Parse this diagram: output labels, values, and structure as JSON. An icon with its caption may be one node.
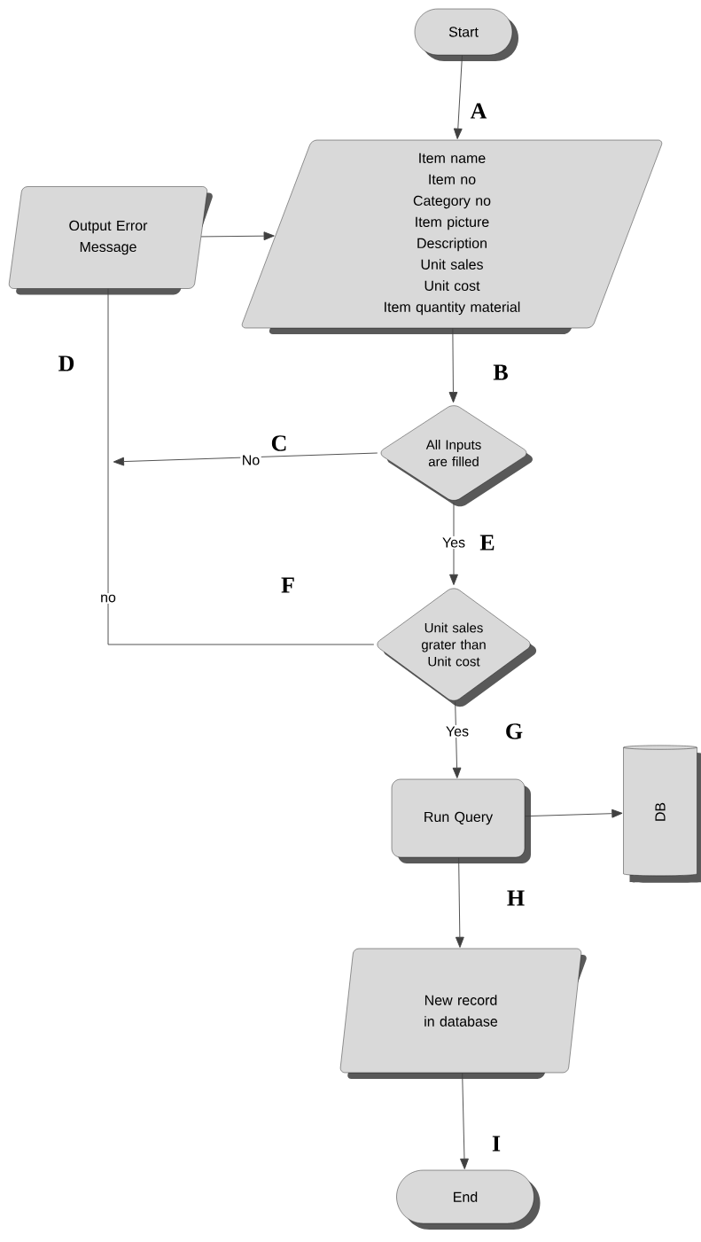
{
  "diagram": {
    "nodes": [
      {
        "text": [
          "Start"
        ]
      },
      {
        "text": [
          "Item name",
          "Item no",
          "Category no",
          "Item picture",
          "Description",
          "Unit sales",
          "Unit cost",
          "Item quantity material"
        ]
      },
      {
        "text": [
          "Output Error Message"
        ]
      },
      {
        "text": [
          "All Inputs are filled"
        ]
      },
      {
        "text": [
          "Unit sales grater than Unit cost"
        ]
      },
      {
        "text": [
          "Run Query"
        ]
      },
      {
        "text": [
          "DB"
        ]
      },
      {
        "text": [
          "New record in database"
        ]
      },
      {
        "text": [
          "End"
        ]
      }
    ],
    "edges": [
      {
        "from": 0,
        "to": 1,
        "arrow": "to"
      },
      {
        "from": 1,
        "to": 3,
        "arrow": "to"
      },
      {
        "from": 2,
        "to": 1,
        "arrow": "to"
      },
      {
        "from": 3,
        "to": null,
        "arrow": "to",
        "label": "No"
      },
      {
        "from": 4,
        "to": 2,
        "arrow": "none",
        "label": "no"
      },
      {
        "from": 3,
        "to": 4,
        "arrow": "to",
        "label": "Yes"
      },
      {
        "from": 4,
        "to": 5,
        "arrow": "to",
        "label": "Yes"
      },
      {
        "from": 5,
        "to": 6,
        "arrow": "to"
      },
      {
        "from": 5,
        "to": 7,
        "arrow": "to"
      },
      {
        "from": 7,
        "to": 8,
        "arrow": "to"
      }
    ],
    "labels": [
      "A",
      "B",
      "D",
      "C",
      "E",
      "F",
      "G",
      "H",
      "I"
    ]
  }
}
